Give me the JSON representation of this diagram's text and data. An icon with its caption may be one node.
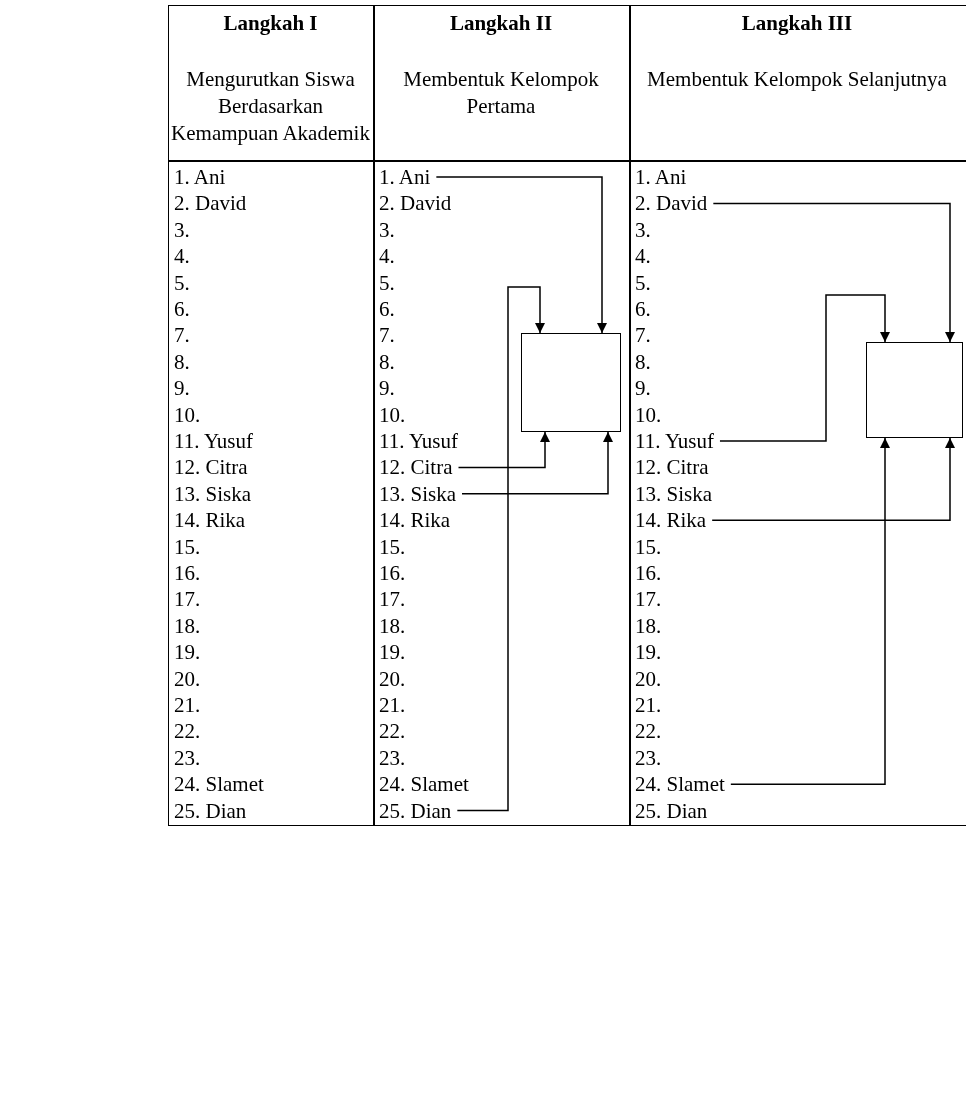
{
  "diagram": {
    "nodes": [
      {
        "text": [
          "1. Ani"
        ]
      },
      {
        "text": [],
        "shape": "box"
      },
      {
        "text": [
          "12. Citra"
        ]
      },
      {
        "text": [
          "13. Siska"
        ]
      },
      {
        "text": [
          "25. Dian"
        ]
      },
      {
        "text": [
          "2. David"
        ]
      },
      {
        "text": [],
        "shape": "box"
      },
      {
        "text": [
          "11. Yusuf"
        ]
      },
      {
        "text": [
          "14. Rika"
        ]
      },
      {
        "text": [
          "24. Slamet"
        ]
      }
    ],
    "edges": [
      {
        "from": 0,
        "to": 1,
        "arrow": "to"
      },
      {
        "from": 4,
        "to": 1,
        "arrow": "to"
      },
      {
        "from": 2,
        "to": 1,
        "arrow": "to"
      },
      {
        "from": 3,
        "to": 1,
        "arrow": "to"
      },
      {
        "from": 5,
        "to": 6,
        "arrow": "to"
      },
      {
        "from": 7,
        "to": 6,
        "arrow": "to"
      },
      {
        "from": 8,
        "to": 6,
        "arrow": "to"
      },
      {
        "from": 9,
        "to": 6,
        "arrow": "to"
      }
    ],
    "labels": [
      "Langkah I",
      "Langkah II",
      "Langkah III",
      "Mengurutkan Siswa Berdasarkan Kemampuan Akademik",
      "Membentuk Kelompok Pertama",
      "Membentuk Kelompok Selanjutnya",
      "1. Ani",
      "1. Ani",
      "2. David",
      "2. David",
      "3.",
      "3.",
      "3.",
      "4.",
      "4.",
      "4.",
      "5.",
      "5.",
      "5.",
      "6.",
      "6.",
      "6.",
      "7.",
      "7.",
      "7.",
      "8.",
      "8.",
      "8.",
      "9.",
      "9.",
      "9.",
      "10.",
      "10.",
      "10.",
      "11. Yusuf",
      "11. Yusuf",
      "12. Citra",
      "12. Citra",
      "13. Siska",
      "13. Siska",
      "14. Rika",
      "14. Rika",
      "15.",
      "15.",
      "15.",
      "16.",
      "16.",
      "16.",
      "17.",
      "17.",
      "17.",
      "18.",
      "18.",
      "18.",
      "19.",
      "19.",
      "19.",
      "20.",
      "20.",
      "20.",
      "21.",
      "21.",
      "21.",
      "22.",
      "22.",
      "22.",
      "23.",
      "23.",
      "23.",
      "24. Slamet",
      "24. Slamet",
      "25. Dian",
      "25. Dian"
    ]
  }
}
